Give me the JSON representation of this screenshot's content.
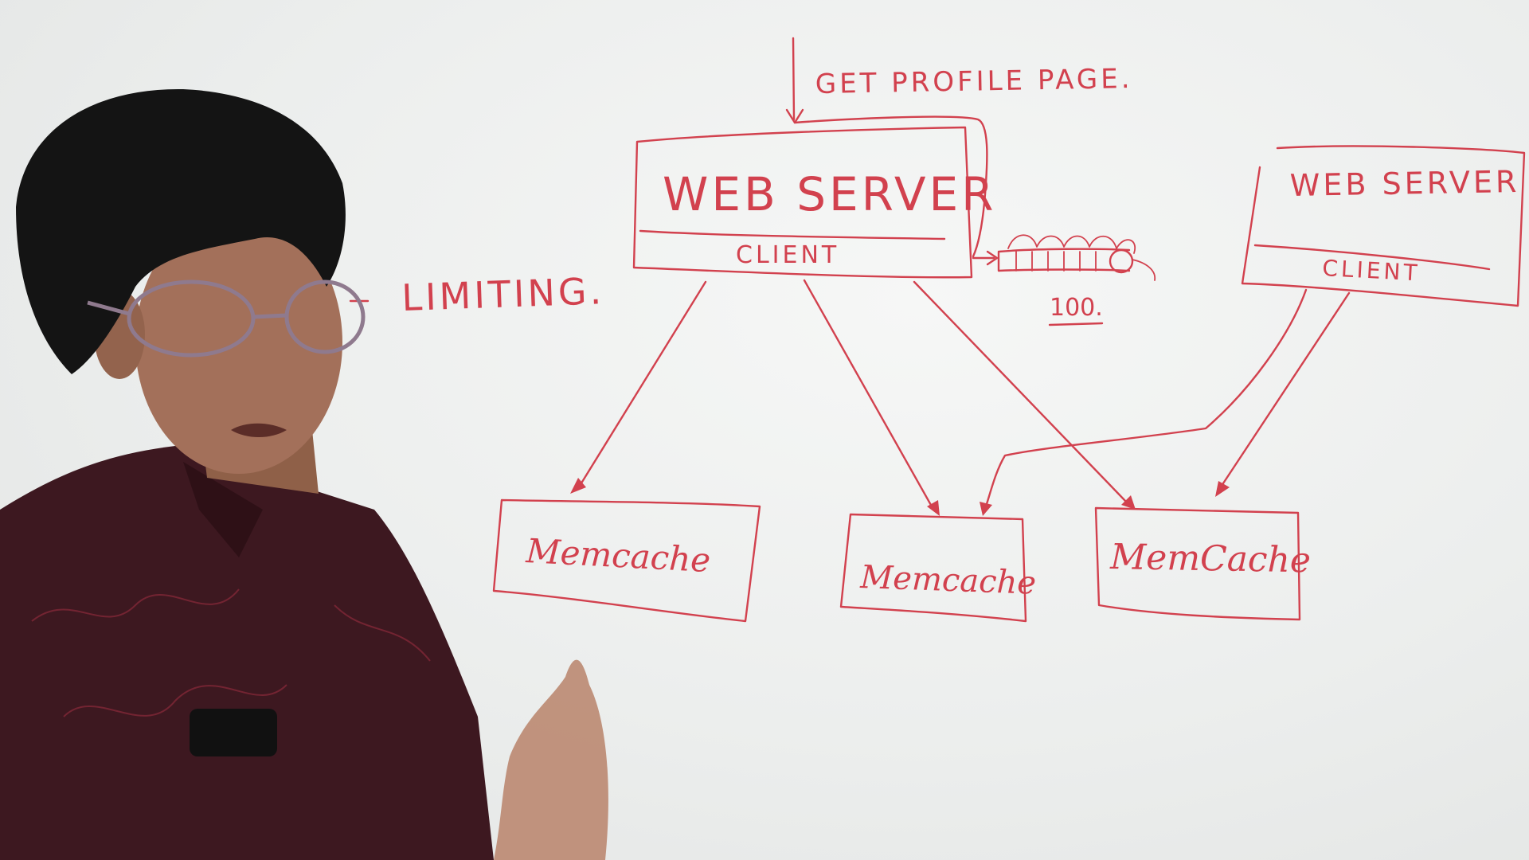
{
  "diagram": {
    "request_label": "GET PROFILE PAGE.",
    "left_label_partial": "LIMITING.",
    "web_servers": [
      {
        "title": "WEB SERVER",
        "subtitle": "CLIENT"
      },
      {
        "title": "WEB SERVER",
        "subtitle": "CLIENT"
      }
    ],
    "queue_label": "100.",
    "memcache_nodes": [
      "Memcache",
      "Memcache",
      "MemCache"
    ]
  },
  "colors": {
    "marker": "#d2414e",
    "whiteboard": "#eceeed",
    "shirt": "#3d1820",
    "hair": "#141414",
    "skin": "#a3705a"
  }
}
